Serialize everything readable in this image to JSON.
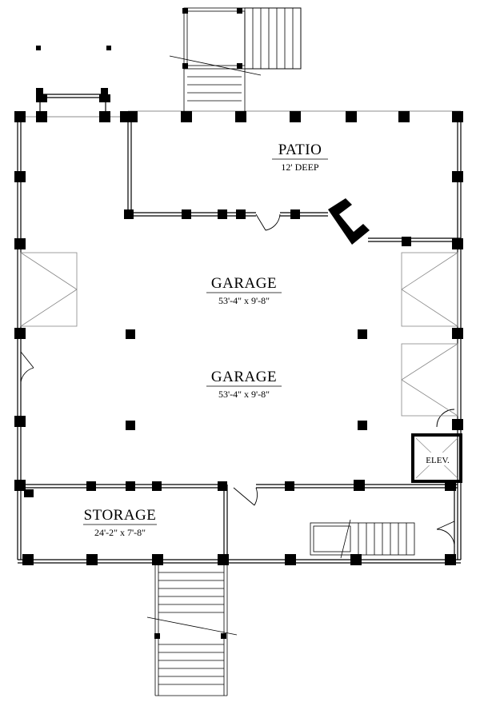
{
  "rooms": {
    "patio": {
      "name": "PATIO",
      "dim": "12' DEEP"
    },
    "garage_upper": {
      "name": "GARAGE",
      "dim": "53'-4\" x 9'-8\""
    },
    "garage_lower": {
      "name": "GARAGE",
      "dim": "53'-4\" x 9'-8\""
    },
    "storage": {
      "name": "STORAGE",
      "dim": "24'-2\" x 7'-8\""
    },
    "elevator": {
      "name": "ELEV."
    }
  },
  "colors": {
    "ink": "#000000",
    "paper": "#ffffff",
    "line": "#555555"
  }
}
